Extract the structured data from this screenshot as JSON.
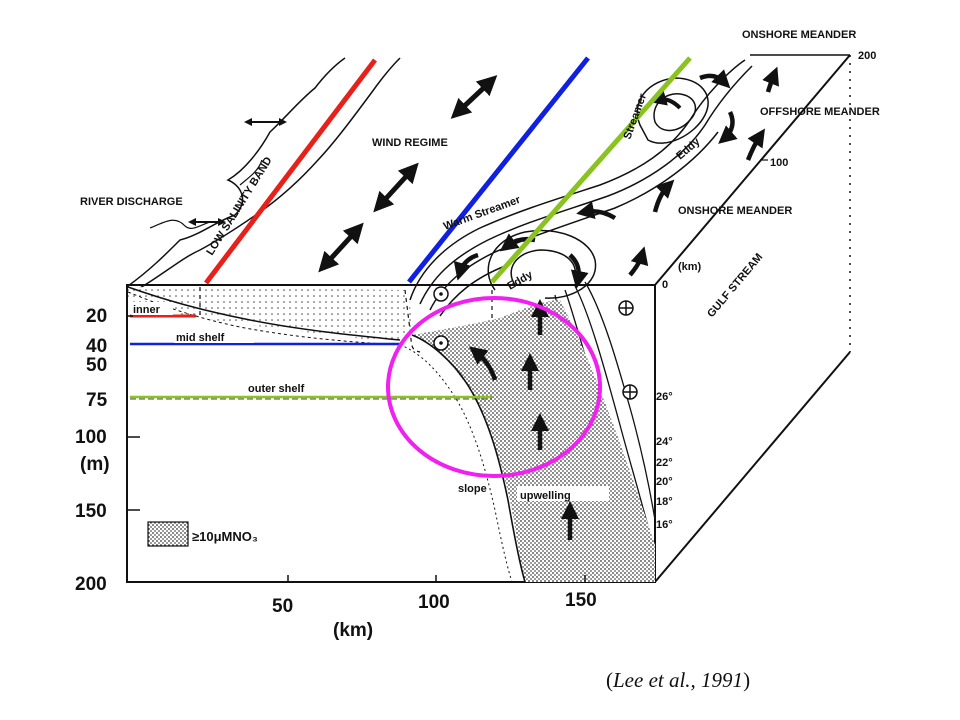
{
  "labels": {
    "onshore_meander_top": "ONSHORE MEANDER",
    "offshore_meander": "OFFSHORE MEANDER",
    "onshore_meander_mid": "ONSHORE MEANDER",
    "gulf_stream": "GULF STREAM",
    "wind_regime": "WIND REGIME",
    "river_discharge": "RIVER DISCHARGE",
    "low_salinity_band": "LOW SALINITY BAND",
    "warm_streamer": "Warm Streamer",
    "streamer": "Streamer",
    "eddy_top": "Eddy",
    "eddy_bottom": "Eddy",
    "inner": "inner",
    "mid_shelf": "mid shelf",
    "outer_shelf": "outer shelf",
    "slope": "slope",
    "upwelling": "upwelling",
    "legend_nitrate": "≥10μMNO₃",
    "km_unit_right": "(km)",
    "km_unit_bottom": "(km)",
    "m_unit": "(m)"
  },
  "depth_ticks": [
    "20",
    "40",
    "50",
    "75",
    "100",
    "150",
    "200"
  ],
  "distance_ticks": [
    "50",
    "100",
    "150"
  ],
  "right_axis_ticks": [
    "200",
    "100",
    "0"
  ],
  "temperature_ticks": [
    "26°",
    "24°",
    "22°",
    "20°",
    "18°",
    "16°"
  ],
  "colors": {
    "inner_line": "#e8201a",
    "mid_line": "#1020e0",
    "outer_line": "#8ac220",
    "circle": "#f020f0"
  },
  "citation": {
    "open": "(",
    "text": "Lee et al., 1991",
    "close": ")"
  }
}
